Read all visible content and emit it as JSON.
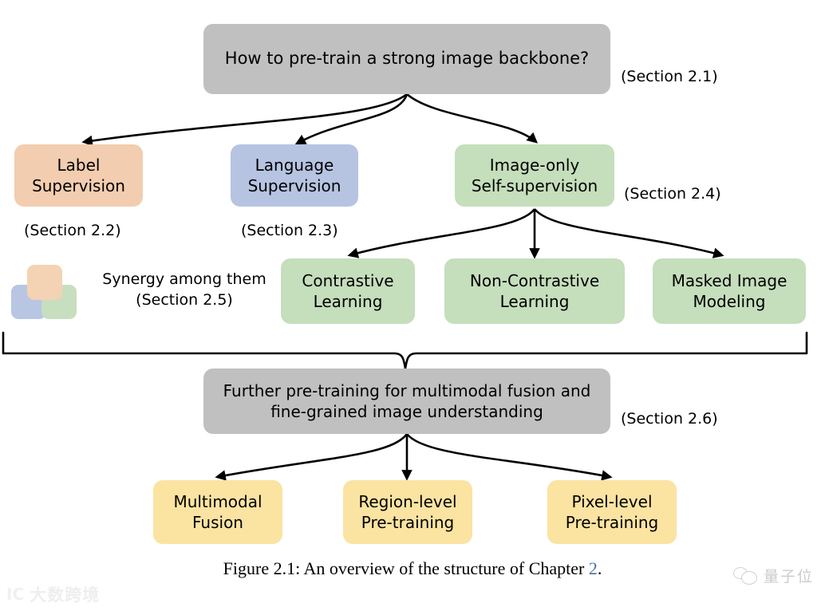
{
  "figure": {
    "caption_prefix": "Figure 2.1: An overview of the structure of Chapter ",
    "caption_ref": "2",
    "caption_suffix": "."
  },
  "nodes": {
    "root": {
      "label": "How to pre-train a strong image backbone?",
      "color": "#c0c0c0",
      "section": "(Section 2.1)"
    },
    "label_sup": {
      "label": "Label\nSupervision",
      "color": "#f2cdaf",
      "section": "(Section 2.2)"
    },
    "language_sup": {
      "label": "Language\nSupervision",
      "color": "#b6c4e2",
      "section": "(Section 2.3)"
    },
    "image_only": {
      "label": "Image-only\nSelf-supervision",
      "color": "#c5debc",
      "section": "(Section 2.4)"
    },
    "contrastive": {
      "label": "Contrastive\nLearning",
      "color": "#c5debc"
    },
    "non_contrastive": {
      "label": "Non-Contrastive\nLearning",
      "color": "#c5debc"
    },
    "masked_image": {
      "label": "Masked Image\nModeling",
      "color": "#c5debc"
    },
    "further": {
      "label": "Further pre-training for multimodal fusion and\nfine-grained image understanding",
      "color": "#c0c0c0",
      "section": "(Section 2.6)"
    },
    "multimodal_fusion": {
      "label": "Multimodal\nFusion",
      "color": "#fbe3a2"
    },
    "region_level": {
      "label": "Region-level\nPre-training",
      "color": "#fbe3a2"
    },
    "pixel_level": {
      "label": "Pixel-level\nPre-training",
      "color": "#fbe3a2"
    }
  },
  "synergy": {
    "text": "Synergy among them\n(Section 2.5)",
    "swatches": [
      "#f4d2b4",
      "#b8c6e3",
      "#c7dfbe"
    ]
  },
  "watermarks": {
    "left_text": "大数跨境",
    "left_mark": "IC",
    "right_text": "量子位"
  }
}
